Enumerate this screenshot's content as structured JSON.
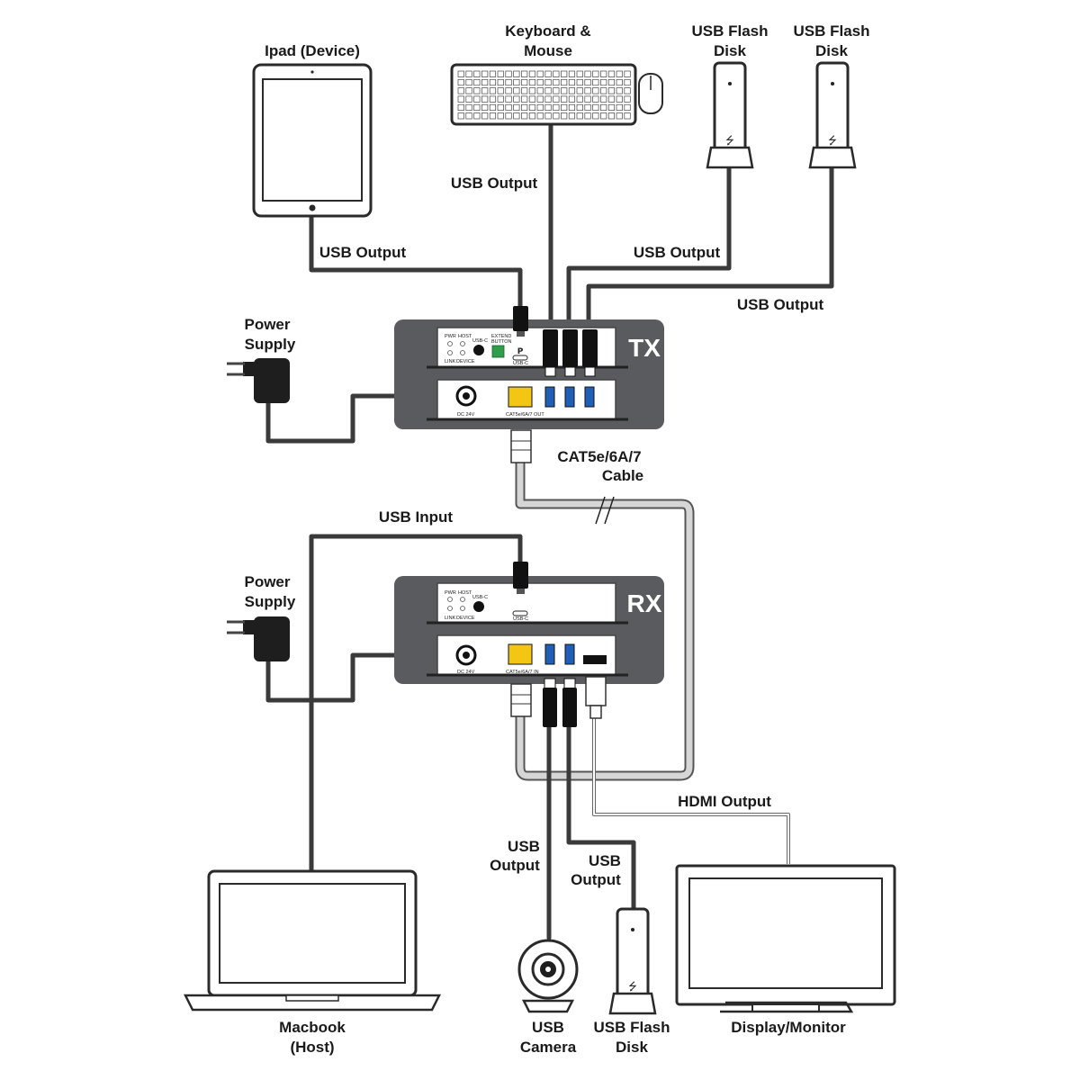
{
  "devices": {
    "ipad": "Ipad (Device)",
    "keyboard_line1": "Keyboard &",
    "keyboard_line2": "Mouse",
    "flash1_line1": "USB Flash",
    "flash1_line2": "Disk",
    "flash2_line1": "USB Flash",
    "flash2_line2": "Disk",
    "flash3_line1": "USB Flash",
    "flash3_line2": "Disk",
    "macbook_line1": "Macbook",
    "macbook_line2": "(Host)",
    "camera_line1": "USB",
    "camera_line2": "Camera",
    "monitor": "Display/Monitor"
  },
  "connections": {
    "ipad_usb": "USB Output",
    "keyboard_usb": "USB Output",
    "flash1_usb": "USB Output",
    "flash2_usb": "USB Output",
    "power_tx_line1": "Power",
    "power_tx_line2": "Supply",
    "power_rx_line1": "Power",
    "power_rx_line2": "Supply",
    "cat_line1": "CAT5e/6A/7",
    "cat_line2": "Cable",
    "usb_input": "USB Input",
    "camera_usb_line1": "USB",
    "camera_usb_line2": "Output",
    "flash3_usb_line1": "USB",
    "flash3_usb_line2": "Output",
    "hdmi_output": "HDMI Output"
  },
  "tx": {
    "title": "TX",
    "pwr": "PWR",
    "host": "HOST",
    "link": "LINK",
    "device": "DEVICE",
    "usbc_top": "USB-C",
    "extend": "EXTEND",
    "button": "BUTTON",
    "usbc_port": "USB-C",
    "dc": "DC 24V",
    "cat_port": "CAT5e/6A/7 OUT"
  },
  "rx": {
    "title": "RX",
    "pwr": "PWR",
    "host": "HOST",
    "link": "LINK",
    "device": "DEVICE",
    "usbc_top": "USB-C",
    "usbc_port": "USB-C",
    "dc": "DC 24V",
    "cat_port": "CAT5e/6A/7 IN"
  },
  "colors": {
    "unit_body": "#5a5b5e",
    "cable": "#3a3a3a",
    "cat_cable_fill": "#d6d6d6",
    "rj45_port": "#f3c614",
    "terminal_green": "#2e9e4a",
    "usb_port_blue": "#1f5fb8"
  }
}
